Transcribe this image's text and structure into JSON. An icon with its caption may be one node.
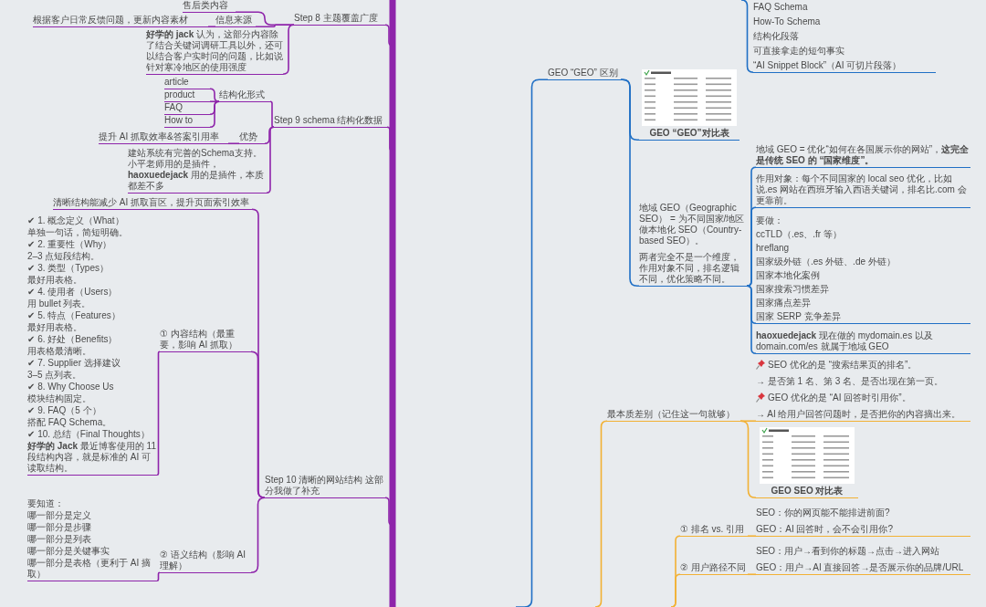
{
  "diagram": {
    "nodes": [
      {
        "text": [
          "售后类内容"
        ]
      },
      {
        "text": [
          "根据客户日常反馈问题，更新内容素材"
        ]
      },
      {
        "text": [
          "信息来源"
        ]
      },
      {
        "text": [
          "**好学的 jack** 认为，这部分内容除了结合关键词调研工具以外，还可以结合客户实时问的问题，比如说针对寒冷地区的使用强度"
        ]
      },
      {
        "text": [
          "Step 8 主题覆盖广度"
        ]
      },
      {
        "text": [
          "article"
        ]
      },
      {
        "text": [
          "product"
        ]
      },
      {
        "text": [
          "FAQ"
        ]
      },
      {
        "text": [
          "How to"
        ]
      },
      {
        "text": [
          "结构化形式"
        ]
      },
      {
        "text": [
          "提升 AI 抓取效率&答案引用率"
        ]
      },
      {
        "text": [
          "优势"
        ]
      },
      {
        "text": [
          "建站系统有完善的Schema支持。小平老师用的是插件，**haoxuedejack** 用的是插件，本质都差不多"
        ]
      },
      {
        "text": [
          "Step 9 schema 结构化数据"
        ]
      },
      {
        "text": [
          "清晰结构能减少 AI 抓取盲区，提升页面索引效率"
        ]
      },
      {
        "text": [
          "① 内容结构（最重要，影响 AI 抓取）"
        ]
      },
      {
        "text": [
          "✔ 1. 概念定义（What）",
          "单独一句话，简短明确。",
          "✔ 2. 重要性（Why）",
          "2–3 点短段结构。",
          "✔ 3. 类型（Types）",
          "最好用表格。",
          "✔ 4. 使用者（Users）",
          "用 bullet 列表。",
          "✔ 5. 特点（Features）",
          "最好用表格。",
          "✔ 6. 好处（Benefits）",
          "用表格最清晰。",
          "✔ 7. Supplier 选择建议",
          "3–5 点列表。",
          "✔ 8. Why Choose Us",
          "模块结构固定。",
          "✔ 9. FAQ（5 个）",
          "搭配 FAQ Schema。",
          "✔ 10. 总结（Final Thoughts）",
          "**好学的 Jack** 最近博客使用的 11 段结构内容，就是标准的 AI 可读取结构。"
        ]
      },
      {
        "text": [
          "Step 10 清晰的网站结构 这部分我做了补充"
        ]
      },
      {
        "text": [
          "② 语义结构（影响 AI 理解）"
        ]
      },
      {
        "text": [
          "要知道：",
          "哪一部分是定义",
          "哪一部分是步骤",
          "哪一部分是列表",
          "哪一部分是关键事实",
          "哪一部分是表格（更利于 AI 摘取）"
        ]
      },
      {
        "text": [
          "FAQ Schema",
          "How-To Schema",
          "结构化段落",
          "可直接拿走的短句事实",
          "“AI Snippet Block”（AI 可切片段落）"
        ]
      },
      {
        "text": [
          "GEO “GEO” 区别"
        ]
      },
      {
        "text": [
          "GEO “GEO”对比表"
        ]
      },
      {
        "text": [
          "地域 GEO（Geographic SEO） = 为不同国家/地区做本地化 SEO（Country-based SEO）。",
          "两者完全不是一个维度，作用对象不同，排名逻辑不同，优化策略不同。"
        ]
      },
      {
        "text": [
          "地域 GEO = 优化“如何在各国展示你的网站”，**这完全是传统 SEO 的 “国家维度”。**"
        ]
      },
      {
        "text": [
          "作用对象：每个不同国家的 local seo 优化，比如说.es 网站在西班牙输入西语关键词，排名比.com 会更靠前。"
        ]
      },
      {
        "text": [
          "要做：",
          "ccTLD（.es、.fr 等）",
          "hreflang",
          "国家级外链（.es 外链、.de 外链）",
          "国家本地化案例",
          "国家搜索习惯差异",
          "国家痛点差异",
          "国家 SERP 竞争差异"
        ]
      },
      {
        "text": [
          "**haoxuedejack** 现在做的 mydomain.es 以及 domain.com/es 就属于地域 GEO"
        ]
      },
      {
        "text": [
          "最本质差别（记住这一句就够）"
        ]
      },
      {
        "text": [
          "SEO 优化的是 “搜索结果页的排名”。",
          "→ 是否第 1 名、第 3 名、是否出现在第一页。",
          "GEO 优化的是 “AI 回答时引用你”。",
          "→ AI 给用户回答问题时，是否把你的内容摘出来。"
        ]
      },
      {
        "text": [
          "GEO SEO 对比表"
        ]
      },
      {
        "text": [
          "① 排名 vs. 引用"
        ]
      },
      {
        "text": [
          "SEO：你的网页能不能排进前面?",
          "GEO：AI 回答时，会不会引用你?"
        ]
      },
      {
        "text": [
          "② 用户路径不同"
        ]
      },
      {
        "text": [
          "SEO：用户→看到你的标题→点击→进入网站",
          "GEO：用户→AI 直接回答→是否展示你的品牌/URL"
        ]
      }
    ],
    "edges": [
      {
        "from": 4,
        "to": 0,
        "arrow": "none"
      },
      {
        "from": 2,
        "to": 1,
        "arrow": "none"
      },
      {
        "from": 4,
        "to": 2,
        "arrow": "none"
      },
      {
        "from": 4,
        "to": 3,
        "arrow": "none"
      },
      {
        "from": null,
        "to": 4,
        "arrow": "none"
      },
      {
        "from": 9,
        "to": 5,
        "arrow": "none"
      },
      {
        "from": 9,
        "to": 6,
        "arrow": "none"
      },
      {
        "from": 9,
        "to": 7,
        "arrow": "none"
      },
      {
        "from": 9,
        "to": 8,
        "arrow": "none"
      },
      {
        "from": 13,
        "to": 9,
        "arrow": "none"
      },
      {
        "from": 11,
        "to": 10,
        "arrow": "none"
      },
      {
        "from": 13,
        "to": 11,
        "arrow": "none"
      },
      {
        "from": 13,
        "to": 12,
        "arrow": "none"
      },
      {
        "from": null,
        "to": 13,
        "arrow": "none"
      },
      {
        "from": 17,
        "to": 14,
        "arrow": "none"
      },
      {
        "from": 17,
        "to": 15,
        "arrow": "none"
      },
      {
        "from": 15,
        "to": 16,
        "arrow": "none"
      },
      {
        "from": null,
        "to": 17,
        "arrow": "none"
      },
      {
        "from": 17,
        "to": 18,
        "arrow": "none"
      },
      {
        "from": 18,
        "to": 19,
        "arrow": "none"
      },
      {
        "from": null,
        "to": 20,
        "arrow": "none",
        "color": "#1f6fc5"
      },
      {
        "from": null,
        "to": 21,
        "arrow": "none",
        "color": "#1f6fc5"
      },
      {
        "from": 21,
        "to": 22,
        "arrow": "none",
        "color": "#1f6fc5"
      },
      {
        "from": 21,
        "to": 23,
        "arrow": "none",
        "color": "#1f6fc5"
      },
      {
        "from": 23,
        "to": 24,
        "arrow": "none",
        "color": "#1f6fc5"
      },
      {
        "from": 23,
        "to": 25,
        "arrow": "none",
        "color": "#1f6fc5"
      },
      {
        "from": 23,
        "to": 26,
        "arrow": "none",
        "color": "#1f6fc5"
      },
      {
        "from": 23,
        "to": 27,
        "arrow": "none",
        "color": "#1f6fc5"
      },
      {
        "from": null,
        "to": 28,
        "arrow": "none",
        "color": "#f2b134"
      },
      {
        "from": 28,
        "to": 29,
        "arrow": "none",
        "color": "#f2b134"
      },
      {
        "from": 28,
        "to": 30,
        "arrow": "none",
        "color": "#f2b134"
      },
      {
        "from": null,
        "to": 31,
        "arrow": "none",
        "color": "#f2b134"
      },
      {
        "from": 31,
        "to": 32,
        "arrow": "none",
        "color": "#f2b134"
      },
      {
        "from": null,
        "to": 33,
        "arrow": "none",
        "color": "#f2b134"
      },
      {
        "from": 33,
        "to": 34,
        "arrow": "none",
        "color": "#f2b134"
      }
    ]
  }
}
